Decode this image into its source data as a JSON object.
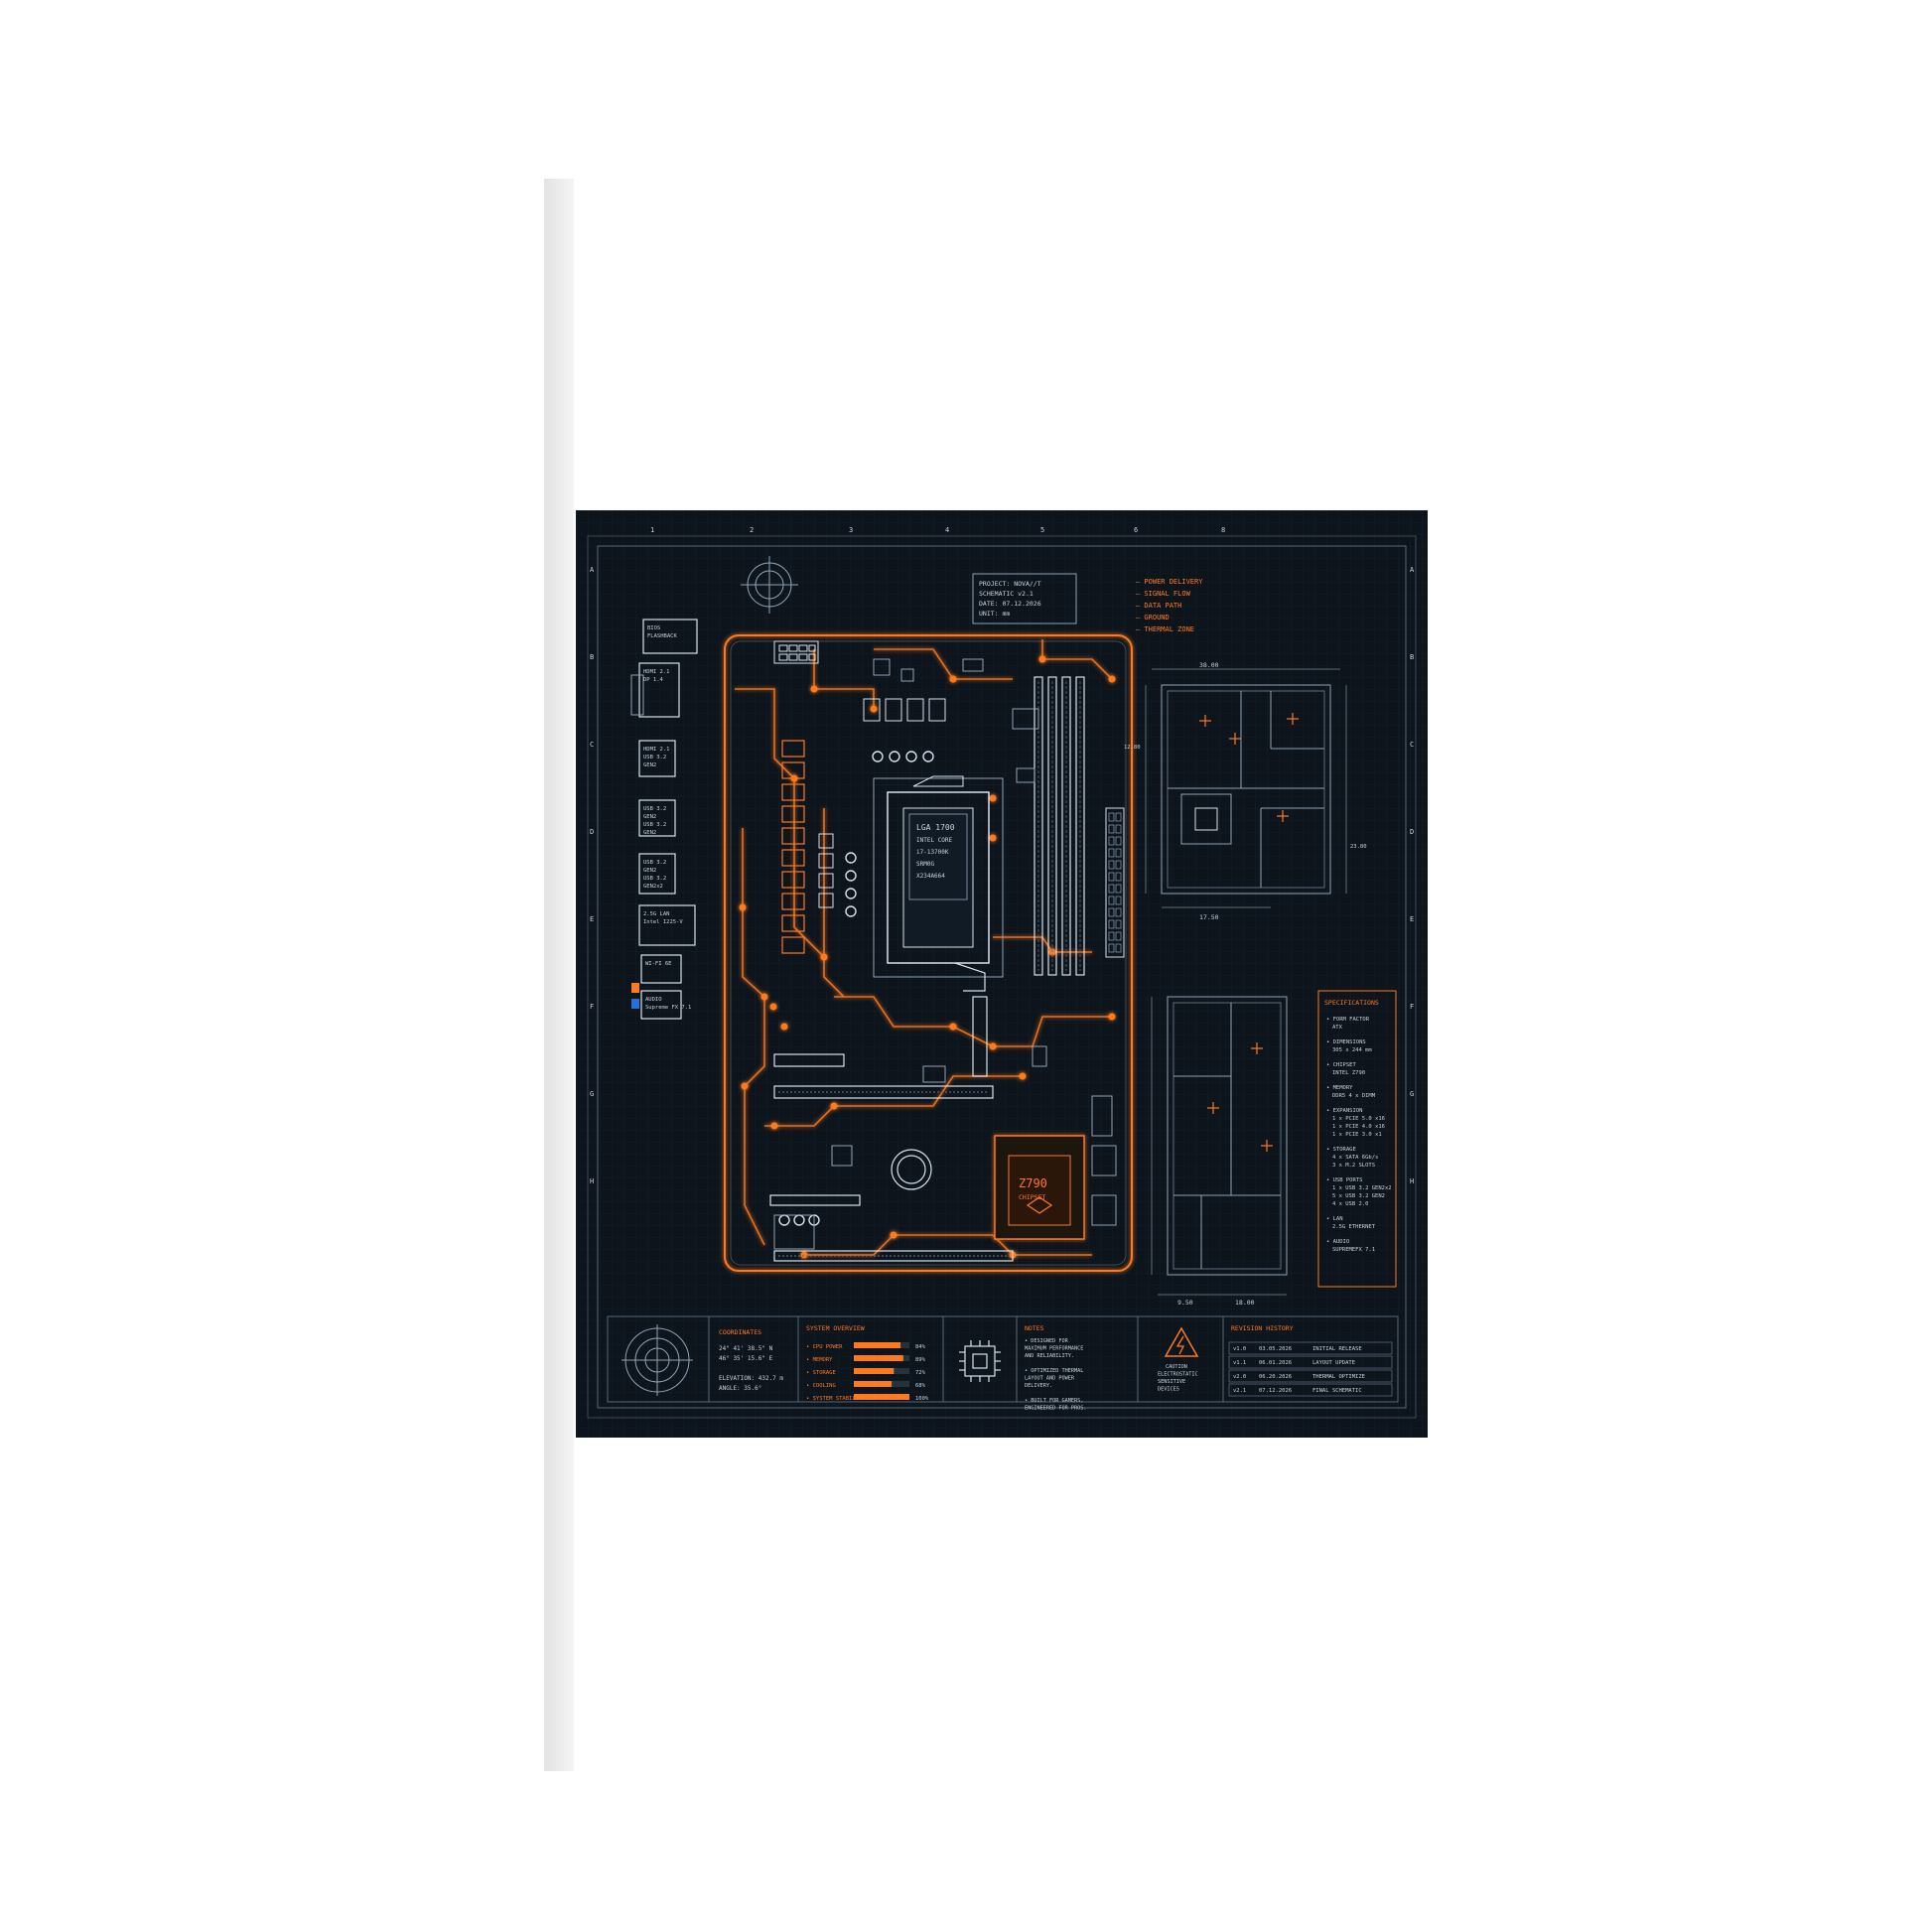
{
  "grid": {
    "columns": [
      "1",
      "2",
      "3",
      "4",
      "5",
      "6",
      "8"
    ],
    "rows": [
      "A",
      "B",
      "C",
      "D",
      "E",
      "F",
      "G",
      "H"
    ]
  },
  "project_box": [
    "PROJECT: NOVA//T",
    "SCHEMATIC v2.1",
    "DATE: 07.12.2026",
    "UNIT: mm"
  ],
  "legend": [
    "— POWER DELIVERY",
    "— SIGNAL FLOW",
    "— DATA PATH",
    "— GROUND",
    "— THERMAL ZONE"
  ],
  "io_labels": [
    [
      "BIOS",
      "FLASHBACK"
    ],
    [
      "HDMI 2.1",
      "DP 1.4"
    ],
    [
      "HDMI 2.1",
      "USB 3.2",
      "GEN2"
    ],
    [
      "USB 3.2",
      "GEN2",
      "USB 3.2",
      "GEN2"
    ],
    [
      "USB 3.2",
      "GEN2",
      "USB 3.2",
      "GEN2x2"
    ],
    [
      "2.5G LAN",
      "Intel I225-V"
    ],
    [
      "WI-FI 6E"
    ],
    [
      "AUDIO",
      "Supreme FX 7.1"
    ]
  ],
  "cpu": [
    "LGA 1700",
    "INTEL CORE",
    "i7-13700K",
    "SRM0G",
    "X234A664"
  ],
  "chipset": [
    "Z790",
    "CHIPSET"
  ],
  "specifications": {
    "title": "SPECIFICATIONS",
    "items": [
      [
        "FORM FACTOR",
        "ATX"
      ],
      [
        "DIMENSIONS",
        "305 x 244 mm"
      ],
      [
        "CHIPSET",
        "INTEL Z790"
      ],
      [
        "MEMORY",
        "DDR5 4 x DIMM"
      ],
      [
        "EXPANSION",
        "1 x PCIE 5.0 x16",
        "1 x PCIE 4.0 x16",
        "1 x PCIE 3.0 x1"
      ],
      [
        "STORAGE",
        "4 x SATA 6Gb/s",
        "3 x M.2 SLOTS"
      ],
      [
        "USB PORTS",
        "1 x USB 3.2 GEN2x2",
        "5 x USB 3.2 GEN2",
        "4 x USB 2.0"
      ],
      [
        "LAN",
        "2.5G ETHERNET"
      ],
      [
        "AUDIO",
        "SUPREMEFX 7.1"
      ]
    ]
  },
  "dims": {
    "top": "38.00",
    "mid": "17.50",
    "bottom": "18.00",
    "left": "9.50",
    "side_top": "12.80",
    "side_mid": "23.80"
  },
  "coordinates": {
    "title": "COORDINATES",
    "lines": [
      "24° 41' 38.5\" N",
      "46° 35' 15.6\" E",
      "",
      "ELEVATION: 432.7 m",
      "ANGLE: 35.6°"
    ]
  },
  "system_overview": {
    "title": "SYSTEM OVERVIEW",
    "rows": [
      {
        "label": "CPU POWER",
        "value": 84,
        "text": "84%"
      },
      {
        "label": "MEMORY",
        "value": 89,
        "text": "89%"
      },
      {
        "label": "STORAGE",
        "value": 72,
        "text": "72%"
      },
      {
        "label": "COOLING",
        "value": 68,
        "text": "68%"
      },
      {
        "label": "SYSTEM STABILITY",
        "value": 100,
        "text": "100%"
      }
    ]
  },
  "notes": {
    "title": "NOTES",
    "lines": [
      "• DESIGNED FOR",
      "  MAXIMUM PERFORMANCE",
      "  AND RELIABILITY.",
      "",
      "• OPTIMIZED THERMAL",
      "  LAYOUT AND POWER",
      "  DELIVERY.",
      "",
      "• BUILT FOR GAMERS,",
      "  ENGINEERED FOR PROS."
    ]
  },
  "caution": [
    "CAUTION",
    "ELECTROSTATIC",
    "SENSITIVE",
    "DEVICES"
  ],
  "revision_history": {
    "title": "REVISION HISTORY",
    "rows": [
      [
        "v1.0",
        "03.05.2026",
        "INITIAL RELEASE"
      ],
      [
        "v1.1",
        "06.01.2026",
        "LAYOUT UPDATE"
      ],
      [
        "v2.0",
        "06.20.2026",
        "THERMAL OPTIMIZE"
      ],
      [
        "v2.1",
        "07.12.2026",
        "FINAL SCHEMATIC"
      ]
    ]
  },
  "colors": {
    "background": "#0d141c",
    "accent": "#ff7a1f",
    "line": "#8fa3b8",
    "text": "#c8d2dc"
  }
}
